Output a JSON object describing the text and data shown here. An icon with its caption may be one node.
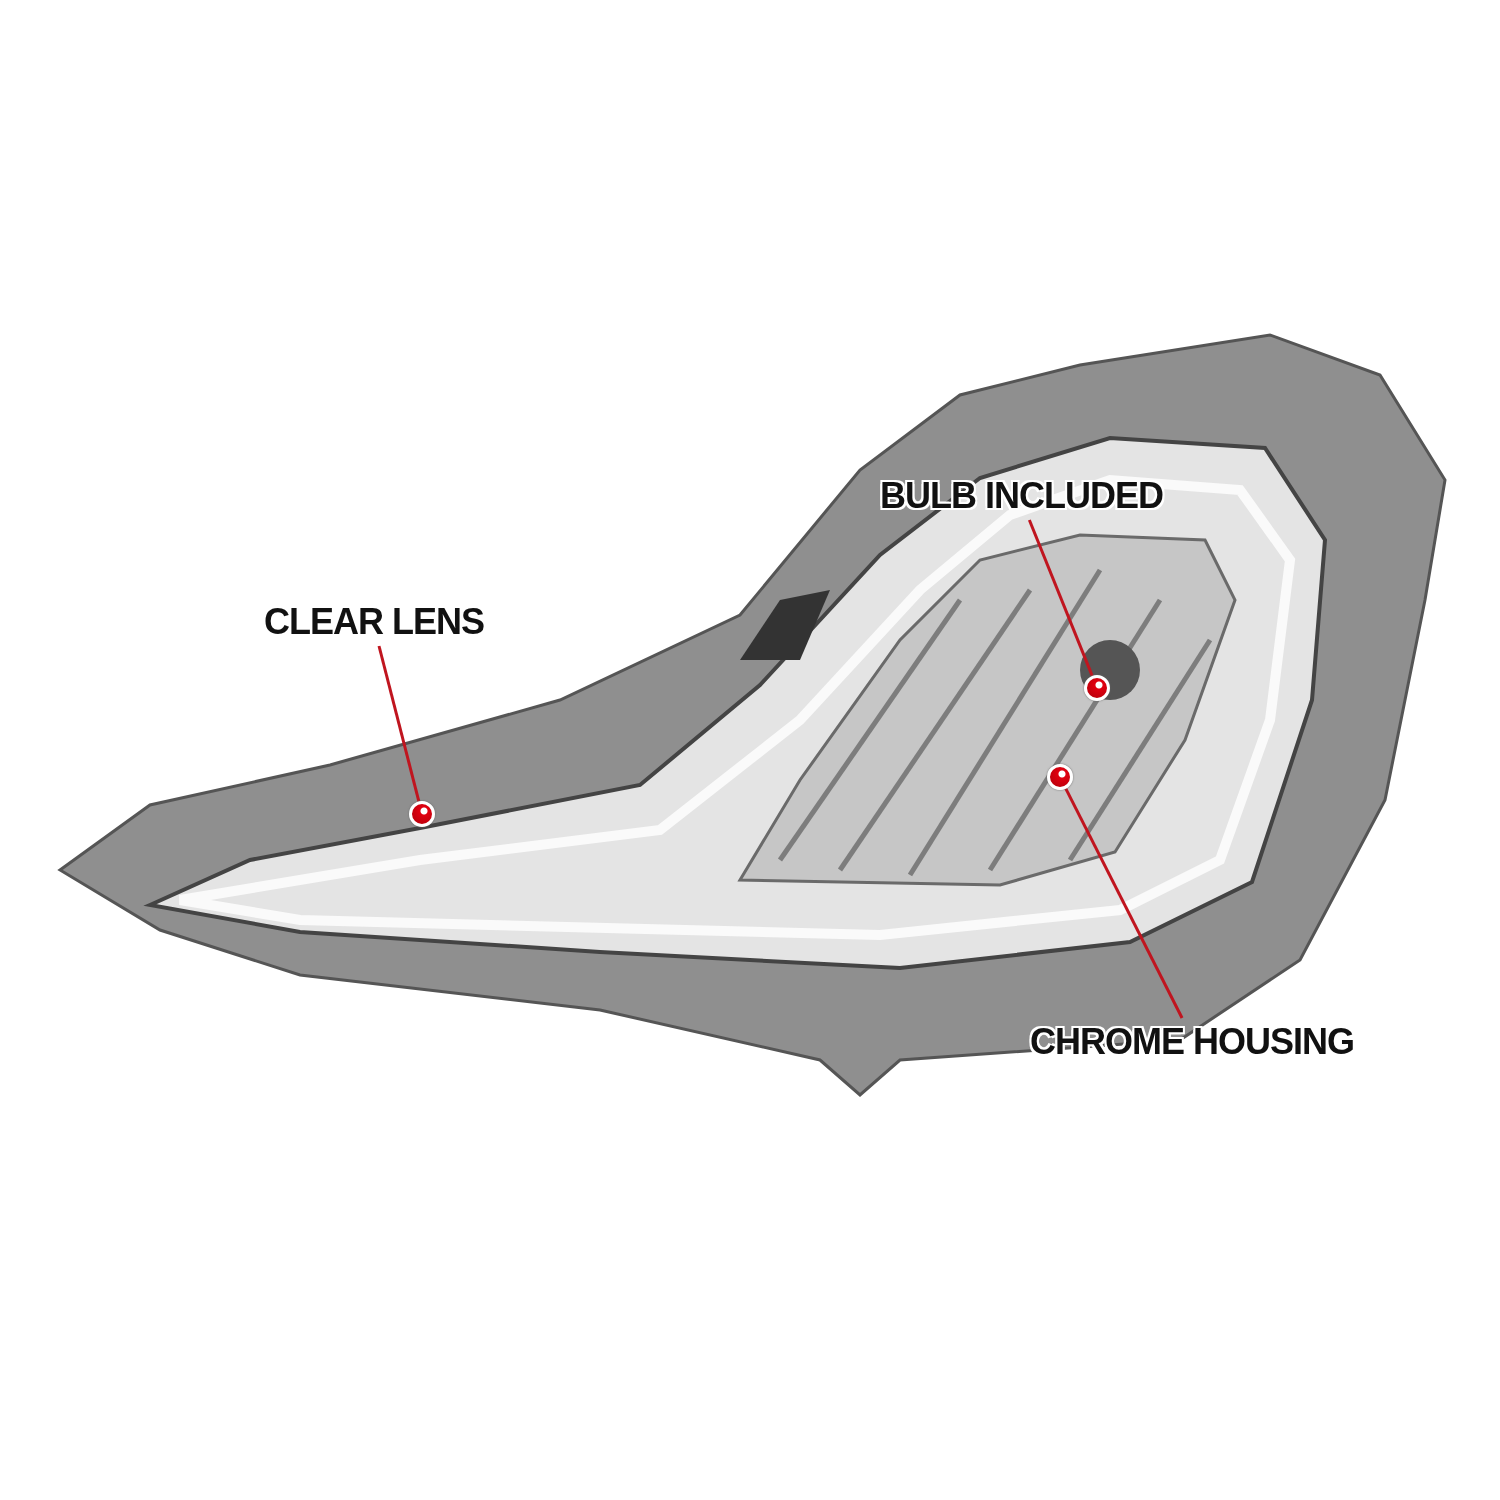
{
  "diagram": {
    "nodes": [
      {
        "text": [
          "BULB INCLUDED"
        ]
      },
      {
        "text": [
          "CLEAR LENS"
        ]
      },
      {
        "text": [
          "CHROME HOUSING"
        ]
      },
      {
        "text": [],
        "shape": "circle"
      },
      {
        "text": [],
        "shape": "circle"
      },
      {
        "text": [],
        "shape": "circle"
      }
    ],
    "edges": [
      {
        "from": 1,
        "to": 3,
        "arrow": "none"
      },
      {
        "from": 0,
        "to": 5,
        "arrow": "none"
      },
      {
        "from": 2,
        "to": 4,
        "arrow": "none"
      }
    ]
  }
}
